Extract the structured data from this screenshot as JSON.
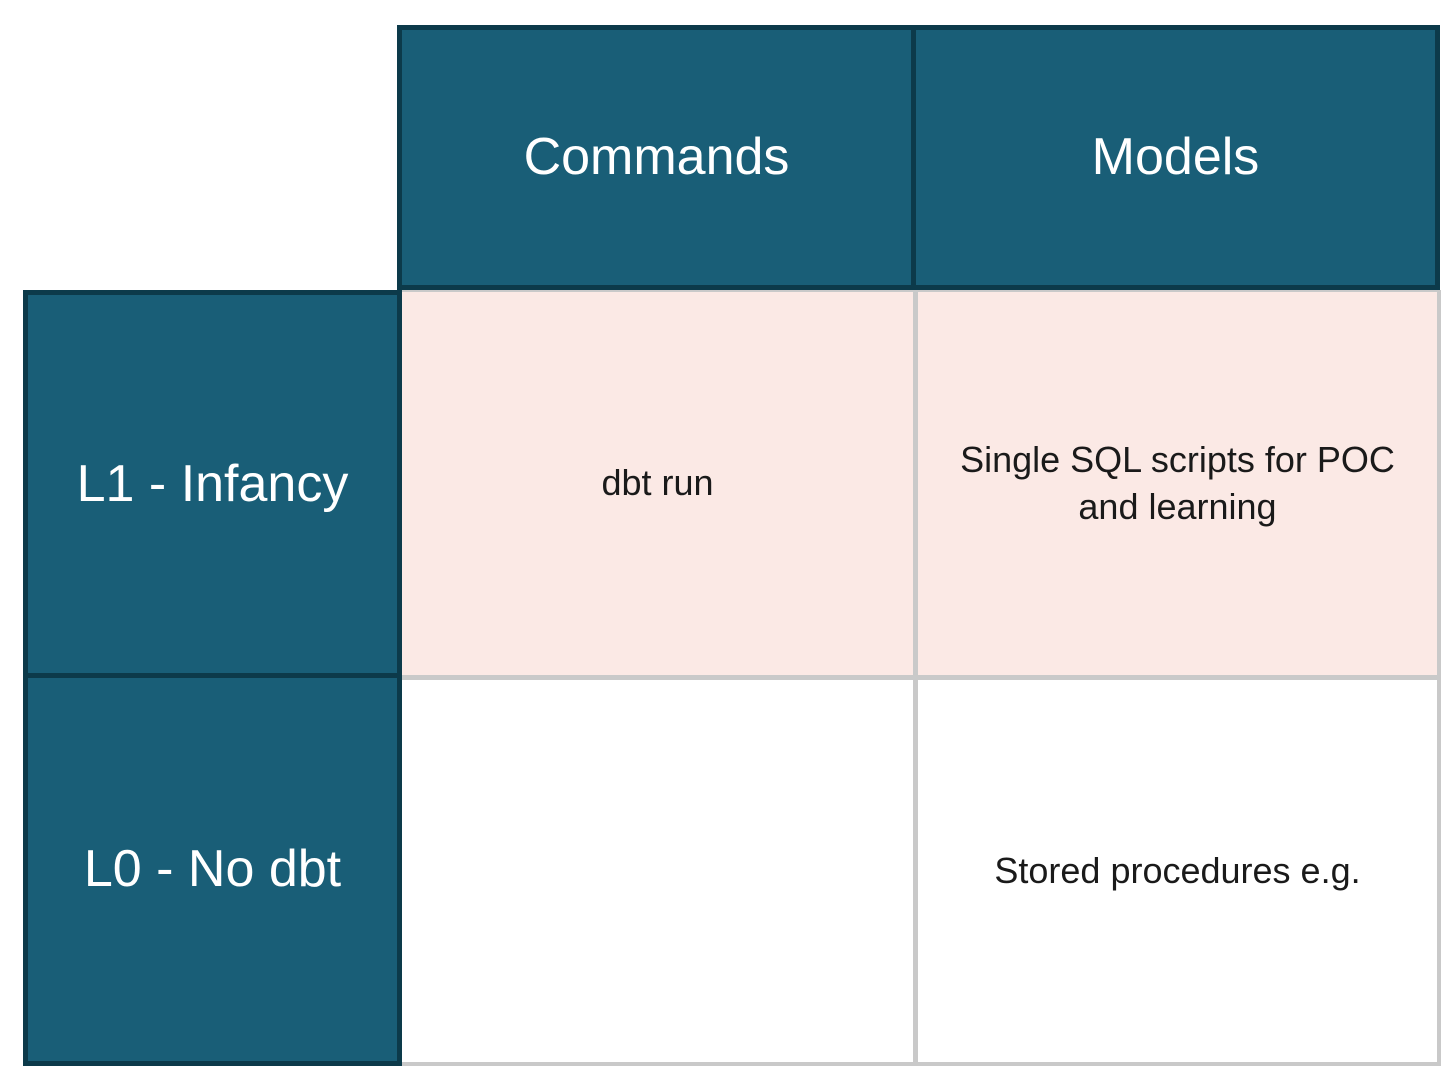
{
  "table": {
    "column_headers": [
      {
        "id": "commands",
        "label": "Commands"
      },
      {
        "id": "models",
        "label": "Models"
      }
    ],
    "row_headers": [
      {
        "id": "l1",
        "label": "L1 - Infancy"
      },
      {
        "id": "l0",
        "label": "L0 - No dbt"
      }
    ],
    "cells": {
      "l1_commands": "dbt run",
      "l1_models": "Single SQL scripts for POC and learning",
      "l0_commands": "",
      "l0_models": "Stored procedures e.g."
    }
  },
  "colors": {
    "header_bg": "#195E77",
    "header_border": "#0C3A4A",
    "header_text": "#FFFFFF",
    "highlight_row_bg": "#FBE9E5",
    "plain_row_bg": "#FFFFFF",
    "grid_line": "#C9C9C9",
    "body_text": "#1A1A1A"
  }
}
